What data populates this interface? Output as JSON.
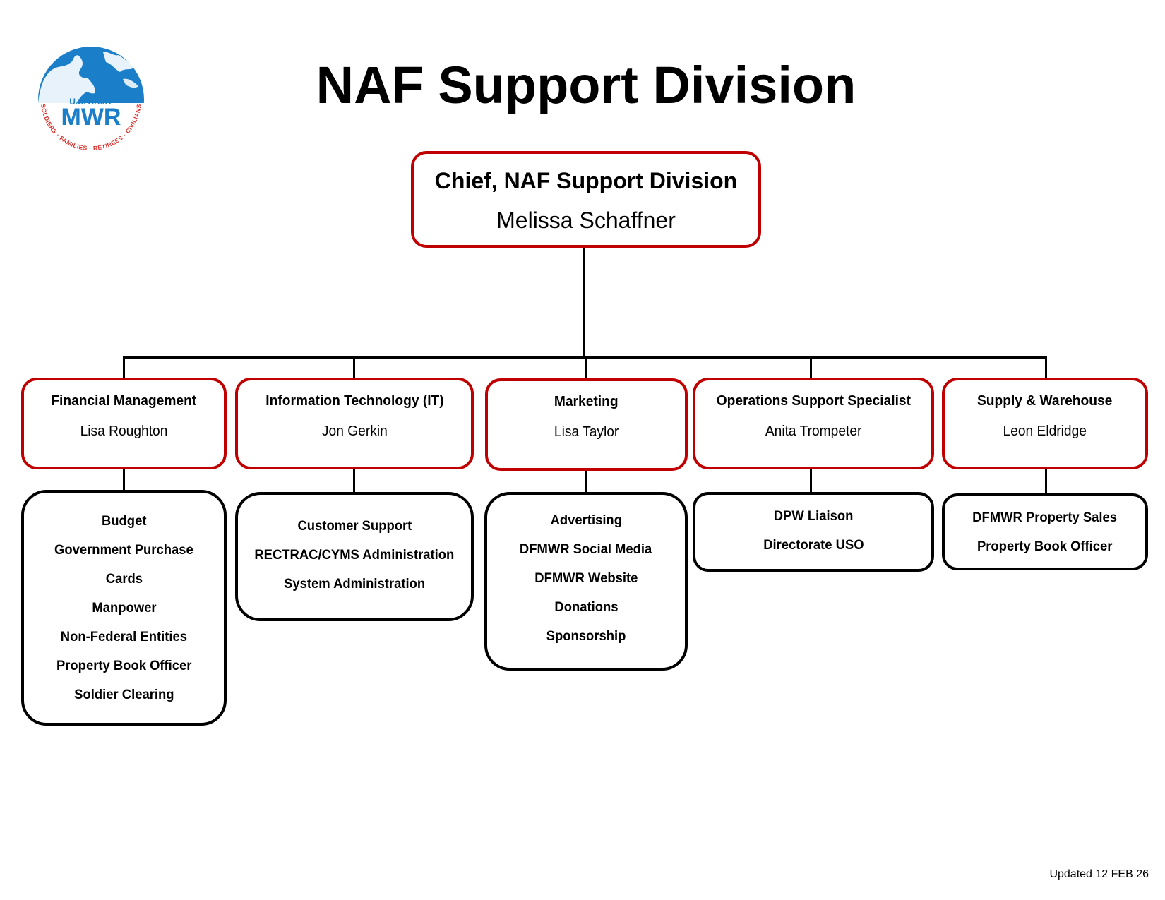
{
  "title": "NAF Support Division",
  "logo": {
    "top_text": "U.S. ARMY",
    "main_text": "MWR",
    "ring_text": "SOLDIERS · FAMILIES · RETIREES · CIVILIANS",
    "colors": {
      "globe": "#1a7fc8",
      "ring": "#d9302b"
    }
  },
  "colors": {
    "leader_border": "#c00000",
    "function_border": "#000000"
  },
  "chief": {
    "title": "Chief, NAF Support Division",
    "name": "Melissa Schaffner"
  },
  "branches": [
    {
      "title": "Financial Management",
      "name": "Lisa Roughton",
      "functions": [
        "Budget",
        "Government Purchase",
        "Cards",
        "Manpower",
        "Non-Federal Entities",
        "Property Book Officer",
        "Soldier Clearing"
      ]
    },
    {
      "title": "Information Technology (IT)",
      "name": "Jon Gerkin",
      "functions": [
        "Customer Support",
        "RECTRAC/CYMS Administration",
        "System Administration"
      ]
    },
    {
      "title": "Marketing",
      "name": "Lisa Taylor",
      "functions": [
        "Advertising",
        "DFMWR Social Media",
        "DFMWR Website",
        "Donations",
        "Sponsorship"
      ]
    },
    {
      "title": "Operations Support Specialist",
      "name": "Anita Trompeter",
      "functions": [
        "DPW Liaison",
        "Directorate USO"
      ]
    },
    {
      "title": "Supply & Warehouse",
      "name": "Leon Eldridge",
      "functions": [
        "DFMWR Property Sales",
        "Property Book Officer"
      ]
    }
  ],
  "footer": {
    "updated": "Updated 12 FEB 26"
  }
}
